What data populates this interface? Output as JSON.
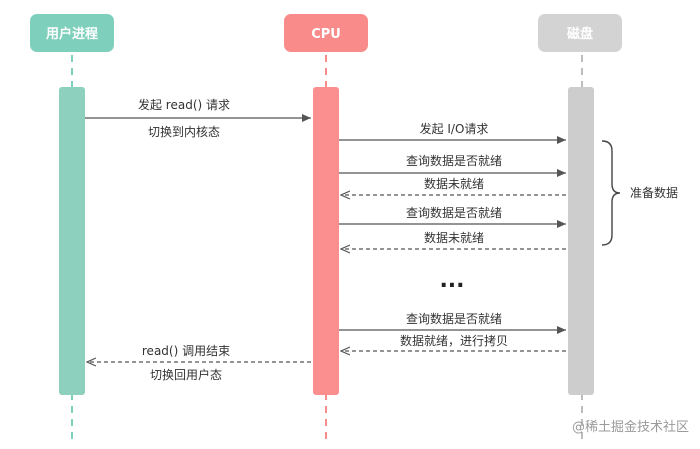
{
  "participants": {
    "user": {
      "label": "用户进程",
      "color": "#7ecfbb",
      "bar_color": "#8dd0bd"
    },
    "cpu": {
      "label": "CPU",
      "color": "#fa8b8b",
      "bar_color": "#fb8e8e"
    },
    "disk": {
      "label": "磁盘",
      "color": "#d3d3d3",
      "bar_color": "#cdcdcd"
    }
  },
  "messages": {
    "m1_line1": "发起 read() 请求",
    "m1_line2": "切换到内核态",
    "m2": "发起 I/O请求",
    "m3": "查询数据是否就绪",
    "m4": "数据未就绪",
    "m5": "查询数据是否就绪",
    "m6": "数据未就绪",
    "ellipsis": "...",
    "m7": "查询数据是否就绪",
    "m8": "数据就绪，进行拷贝",
    "m9_line1": "read() 调用结束",
    "m9_line2": "切换回用户态"
  },
  "annotation": {
    "brace_label": "准备数据"
  },
  "watermark": {
    "text": "@稀土掘金技术社区"
  },
  "colors": {
    "line": "#555555",
    "lifeline_user": "#7ecfbb",
    "lifeline_cpu": "#fa8b8b",
    "lifeline_disk": "#bdbdbd"
  }
}
